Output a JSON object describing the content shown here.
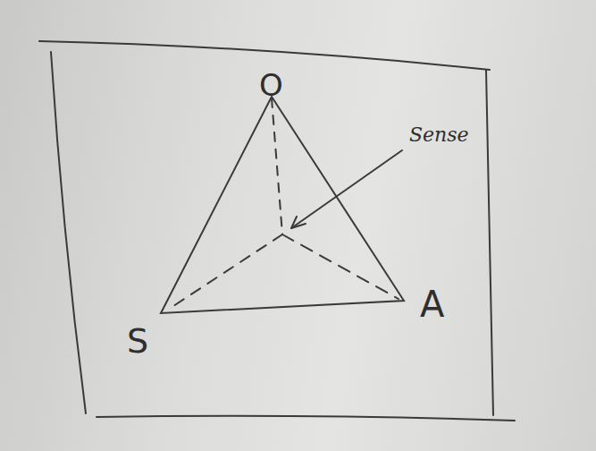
{
  "diagram": {
    "labels": [
      "O",
      "S",
      "A",
      "Sense"
    ]
  }
}
